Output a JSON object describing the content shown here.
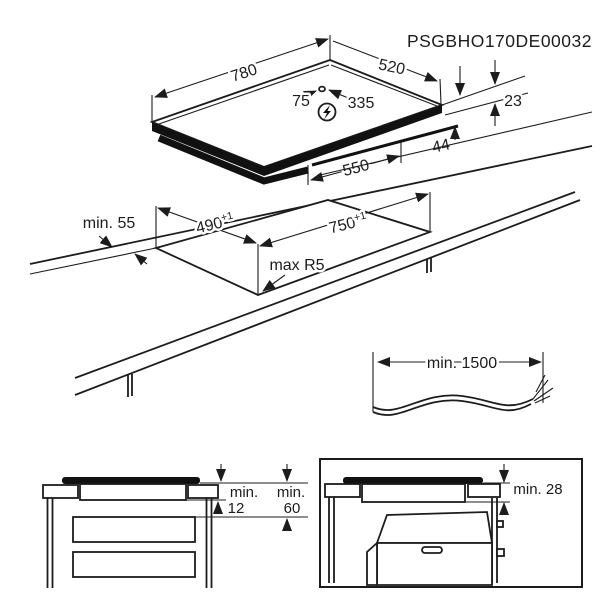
{
  "header": {
    "code": "PSGBHO170DE00032"
  },
  "hob_view": {
    "width": "780",
    "depth": "520",
    "cable_pos_left": "75",
    "cable_pos_right": "335",
    "glass_thickness": "23",
    "box_height": "44",
    "box_width": "550"
  },
  "worktop_view": {
    "rear_clearance": "min. 55",
    "cutout_depth": "490",
    "cutout_depth_tol": "+1",
    "cutout_width": "750",
    "cutout_width_tol": "+1",
    "corner_radius": "max R5"
  },
  "cable_view": {
    "length": "min. 1500"
  },
  "drawer_view": {
    "min_label_1": "min.",
    "gap_below_box": "12",
    "min_label_2": "min.",
    "drawer_clearance": "60"
  },
  "oven_view": {
    "oven_clearance": "min. 28"
  },
  "icons": {
    "power_connection": "lightning-bolt"
  }
}
